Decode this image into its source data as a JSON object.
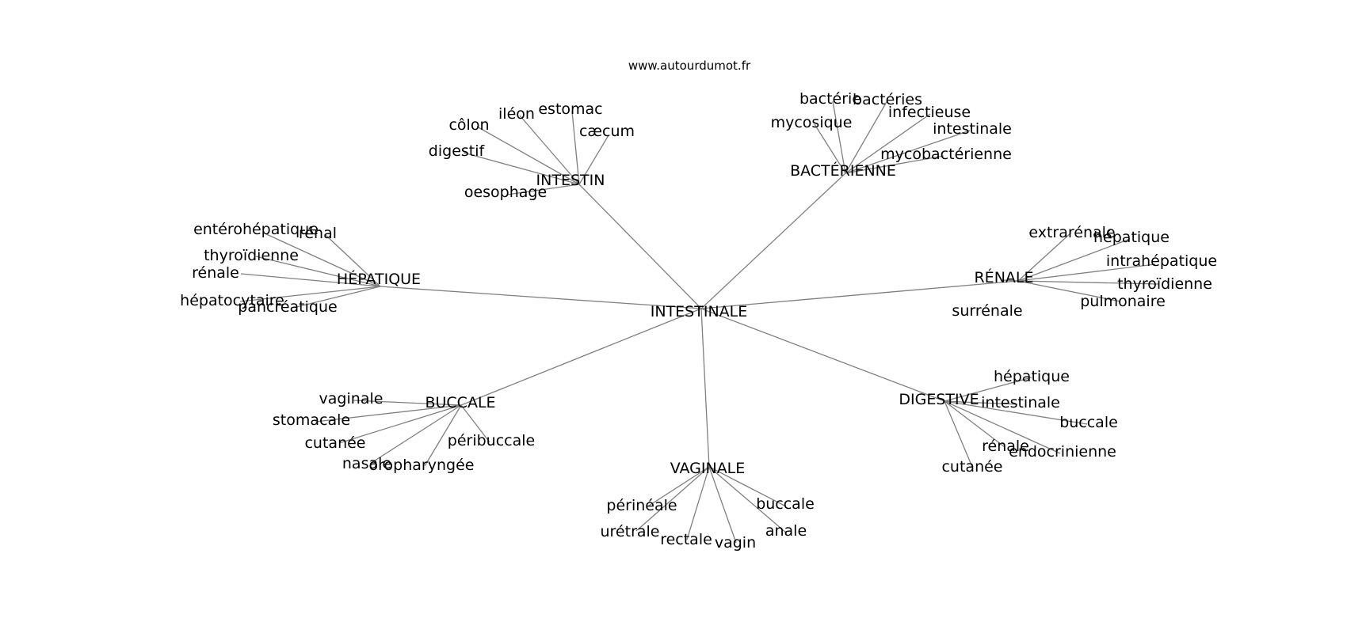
{
  "source": "www.autourdumot.fr",
  "center": "INTESTINALE",
  "clusters": [
    {
      "hub": "INTESTIN",
      "words": [
        "estomac",
        "iléon",
        "côlon",
        "cæcum",
        "digestif",
        "oesophage"
      ]
    },
    {
      "hub": "BACTÉRIENNE",
      "words": [
        "bactérie",
        "bactéries",
        "mycosique",
        "infectieuse",
        "intestinale",
        "mycobactérienne"
      ]
    },
    {
      "hub": "HÉPATIQUE",
      "words": [
        "entérohépatique",
        "rénal",
        "thyroïdienne",
        "rénale",
        "hépatocytaire",
        "pancréatique"
      ]
    },
    {
      "hub": "RÉNALE",
      "words": [
        "extrarénale",
        "hépatique",
        "intrahépatique",
        "thyroïdienne",
        "pulmonaire",
        "surrénale"
      ]
    },
    {
      "hub": "BUCCALE",
      "words": [
        "vaginale",
        "stomacale",
        "cutanée",
        "nasale",
        "oropharyngée",
        "péribuccale"
      ]
    },
    {
      "hub": "DIGESTIVE",
      "words": [
        "hépatique",
        "intestinale",
        "buccale",
        "rénale",
        "endocrinienne",
        "cutanée"
      ]
    },
    {
      "hub": "VAGINALE",
      "words": [
        "périnéale",
        "urétrale",
        "rectale",
        "vagin",
        "anale",
        "buccale"
      ]
    }
  ]
}
